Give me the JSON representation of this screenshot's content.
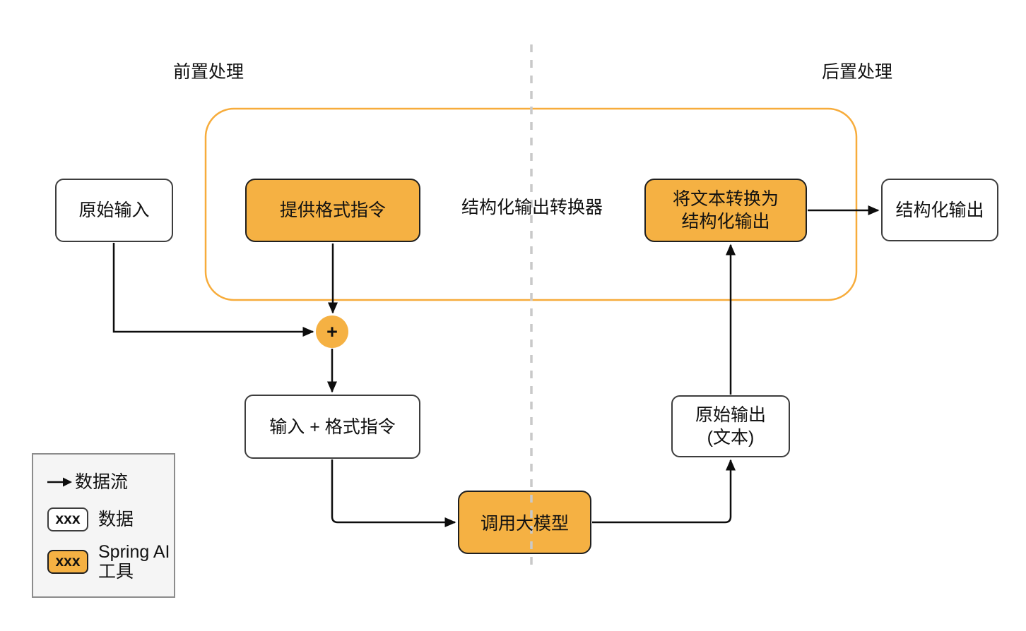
{
  "diagram": {
    "section_labels": {
      "pre_processing": "前置处理",
      "post_processing": "后置处理"
    },
    "container_label": "结构化输出转换器",
    "nodes": {
      "raw_input": "原始输入",
      "provide_format_instructions": "提供格式指令",
      "convert_text_to_structured": "将文本转换为\n结构化输出",
      "structured_output": "结构化输出",
      "plus": "+",
      "input_plus_format": "输入 + 格式指令",
      "call_llm": "调用大模型",
      "raw_output": "原始输出\n(文本)"
    },
    "legend": {
      "flow_label": "数据流",
      "data_sample": "xxx",
      "data_label": "数据",
      "tool_sample": "xxx",
      "tool_label": "Spring AI\n工具"
    }
  },
  "colors": {
    "orange_fill": "#F5B143",
    "node_border": "#1F1F1F",
    "white_node_border": "#3D3D3D",
    "container_border": "#F7AC3B",
    "arrow": "#0D0D0D",
    "dash": "#C9C9C9",
    "legend_bg": "#F5F5F5",
    "legend_border": "#8C8C8C",
    "text": "#111111",
    "background": "#FFFFFF"
  }
}
